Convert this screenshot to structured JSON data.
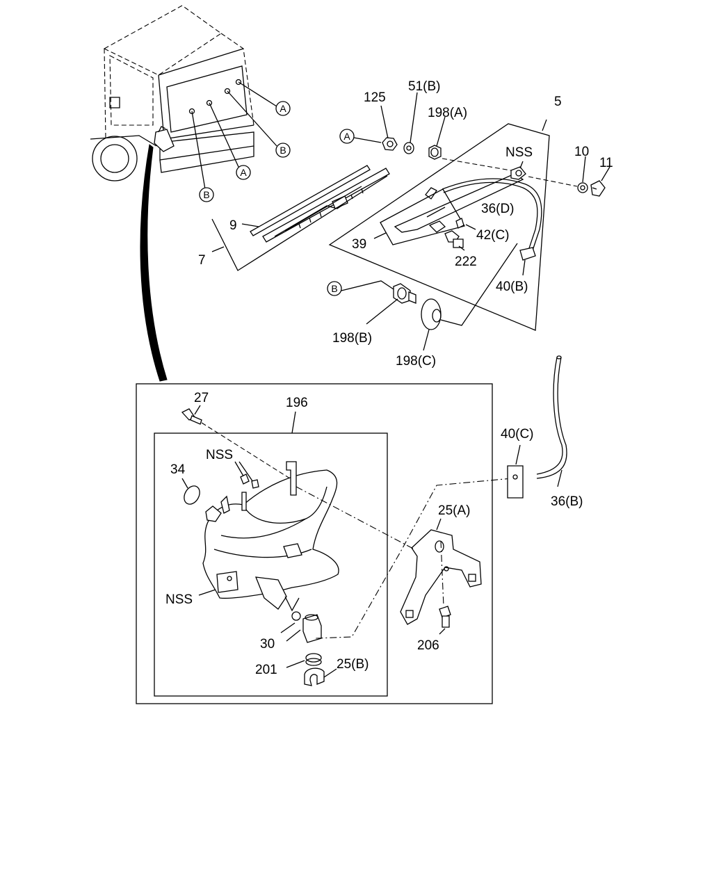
{
  "labels": {
    "l125": "125",
    "l51b": "51(B)",
    "l198a": "198(A)",
    "l5": "5",
    "nss_top": "NSS",
    "l10": "10",
    "l11": "11",
    "l9": "9",
    "l7": "7",
    "l36d": "36(D)",
    "l39": "39",
    "l42c": "42(C)",
    "l222": "222",
    "l40b": "40(B)",
    "l198b": "198(B)",
    "l198c": "198(C)",
    "l27": "27",
    "l196": "196",
    "l34": "34",
    "nss_inner": "NSS",
    "nss_left": "NSS",
    "l40c": "40(C)",
    "l36b": "36(B)",
    "l25a": "25(A)",
    "l206": "206",
    "l30": "30",
    "l201": "201",
    "l25b": "25(B)"
  },
  "callouts": {
    "A": "A",
    "B": "B"
  }
}
